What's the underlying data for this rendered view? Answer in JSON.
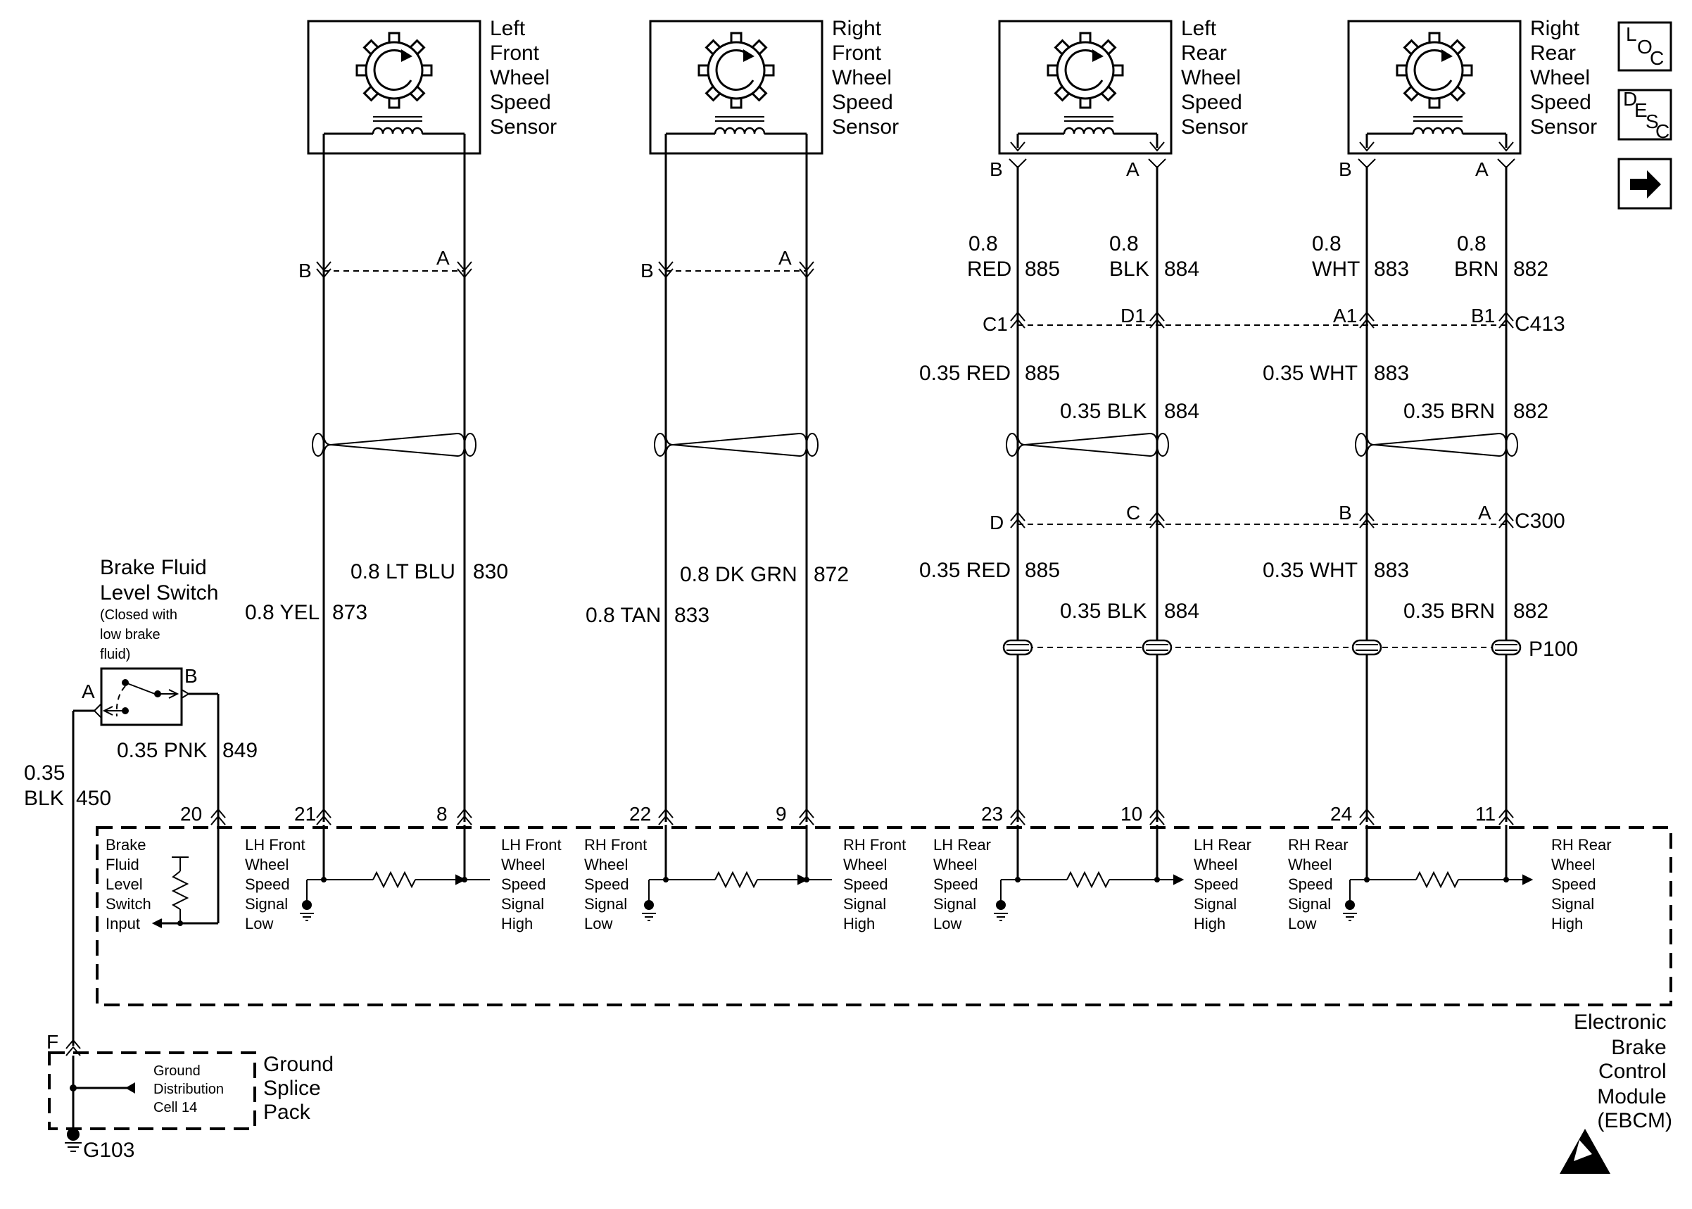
{
  "sensors": [
    {
      "label": [
        "Left",
        "Front",
        "Wheel",
        "Speed",
        "Sensor"
      ]
    },
    {
      "label": [
        "Right",
        "Front",
        "Wheel",
        "Speed",
        "Sensor"
      ]
    },
    {
      "label": [
        "Left",
        "Rear",
        "Wheel",
        "Speed",
        "Sensor"
      ]
    },
    {
      "label": [
        "Right",
        "Rear",
        "Wheel",
        "Speed",
        "Sensor"
      ]
    }
  ],
  "side_icons": {
    "loc": {
      "a": "L",
      "b": "O",
      "c": "C"
    },
    "desc": {
      "a": "D",
      "b": "E",
      "c": "S",
      "d": "C"
    }
  },
  "front_pins": {
    "b": "B",
    "a": "A"
  },
  "rear_pins": {
    "b": "B",
    "a": "A"
  },
  "rear_wire_top": {
    "lr_b": {
      "size": "0.8",
      "color": "RED",
      "circuit": "885"
    },
    "lr_a": {
      "size": "0.8",
      "color": "BLK",
      "circuit": "884"
    },
    "rr_b": {
      "size": "0.8",
      "color": "WHT",
      "circuit": "883"
    },
    "rr_a": {
      "size": "0.8",
      "color": "BRN",
      "circuit": "882"
    }
  },
  "connector_c413": {
    "name": "C413",
    "pins": [
      "C1",
      "D1",
      "A1",
      "B1"
    ]
  },
  "connector_c300": {
    "name": "C300",
    "pins": [
      "D",
      "C",
      "B",
      "A"
    ]
  },
  "splice_p100": {
    "name": "P100"
  },
  "rear_wire_mid": {
    "c885": {
      "color": "0.35 RED",
      "circuit": "885"
    },
    "c884": {
      "color": "0.35 BLK",
      "circuit": "884"
    },
    "c883": {
      "color": "0.35 WHT",
      "circuit": "883"
    },
    "c882": {
      "color": "0.35 BRN",
      "circuit": "882"
    }
  },
  "front_wires": {
    "lf_b": {
      "color": "0.8 YEL",
      "circuit": "873"
    },
    "lf_a": {
      "color": "0.8 LT BLU",
      "circuit": "830"
    },
    "rf_b": {
      "color": "0.8 TAN",
      "circuit": "833"
    },
    "rf_a": {
      "color": "0.8 DK GRN",
      "circuit": "872"
    }
  },
  "brake_switch": {
    "title": [
      "Brake Fluid",
      "Level Switch"
    ],
    "note": [
      "(Closed with",
      "low brake",
      "fluid)"
    ],
    "pin_a": "A",
    "pin_b": "B",
    "wire_b": {
      "color": "0.35 PNK",
      "circuit": "849"
    },
    "wire_a": {
      "size": "0.35",
      "color": "BLK",
      "circuit": "450"
    }
  },
  "ebcm_pins": [
    "20",
    "21",
    "8",
    "22",
    "9",
    "23",
    "10",
    "24",
    "11"
  ],
  "ebcm_labels": {
    "bf": [
      "Brake",
      "Fluid",
      "Level",
      "Switch",
      "Input"
    ],
    "lf_low": [
      "LH Front",
      "Wheel",
      "Speed",
      "Signal",
      "Low"
    ],
    "lf_high": [
      "LH Front",
      "Wheel",
      "Speed",
      "Signal",
      "High"
    ],
    "rf_low": [
      "RH Front",
      "Wheel",
      "Speed",
      "Signal",
      "Low"
    ],
    "rf_high": [
      "RH Front",
      "Wheel",
      "Speed",
      "Signal",
      "High"
    ],
    "lr_low": [
      "LH Rear",
      "Wheel",
      "Speed",
      "Signal",
      "Low"
    ],
    "lr_high": [
      "LH Rear",
      "Wheel",
      "Speed",
      "Signal",
      "High"
    ],
    "rr_low": [
      "RH Rear",
      "Wheel",
      "Speed",
      "Signal",
      "Low"
    ],
    "rr_high": [
      "RH Rear",
      "Wheel",
      "Speed",
      "Signal",
      "High"
    ]
  },
  "ebcm_title": [
    "Electronic",
    "Brake",
    "Control",
    "Module",
    "(EBCM)"
  ],
  "ground_pack": {
    "pin": "F",
    "inner": [
      "Ground",
      "Distribution",
      "Cell 14"
    ],
    "title": [
      "Ground",
      "Splice",
      "Pack"
    ],
    "ground": "G103"
  }
}
